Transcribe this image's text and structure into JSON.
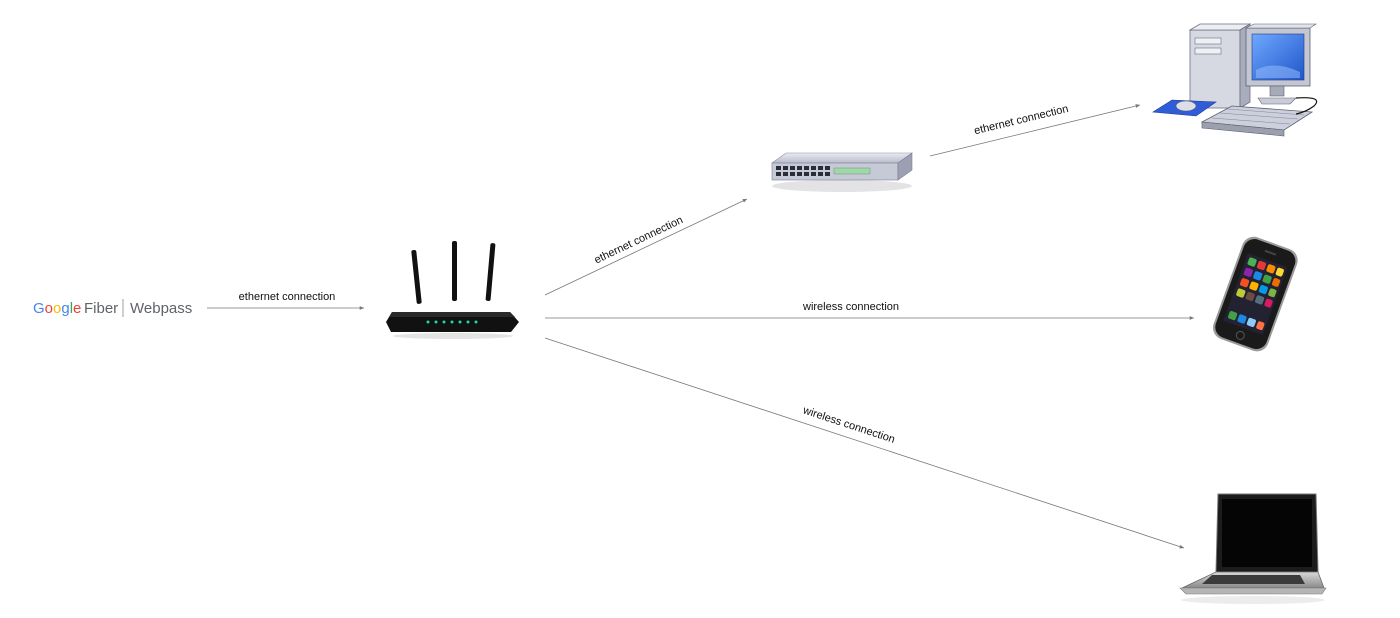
{
  "provider": {
    "logo_google": "Google",
    "logo_product": "Fiber",
    "logo_partner": "Webpass"
  },
  "edges": {
    "provider_router": "ethernet connection",
    "router_switch": "ethernet connection",
    "switch_desktop": "ethernet connection",
    "router_phone": "wireless connection",
    "router_laptop": "wireless connection"
  },
  "colors": {
    "google_blue": "#4285F4",
    "google_red": "#EA4335",
    "google_yellow": "#FBBC05",
    "google_green": "#34A853",
    "gray_text": "#5f6368",
    "line": "#777777",
    "router_body": "#111111",
    "router_led": "#22d3a6",
    "switch_body": "#cfd2de",
    "monitor_screen": "#3a7be0"
  },
  "devices": {
    "router_icon": "wifi-router-icon",
    "switch_icon": "network-switch-icon",
    "desktop_icon": "desktop-computer-icon",
    "phone_icon": "smartphone-icon",
    "laptop_icon": "laptop-icon"
  }
}
